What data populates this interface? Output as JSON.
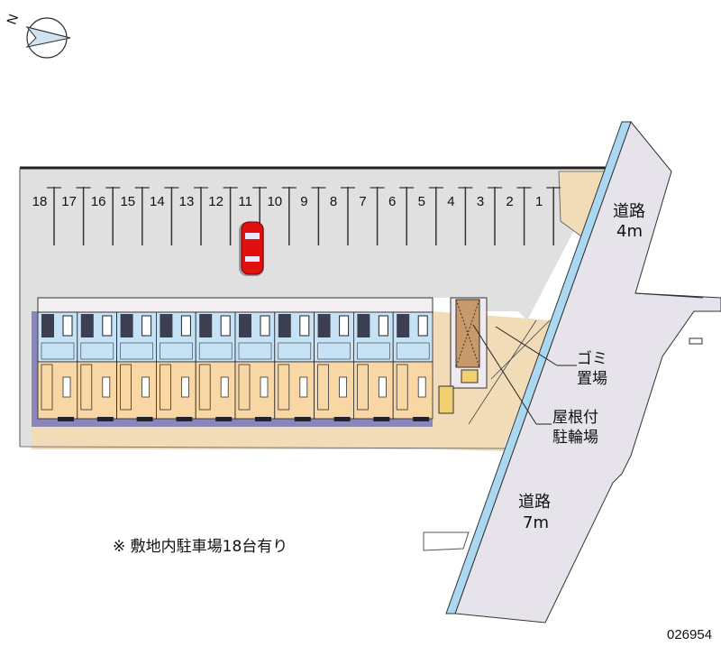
{
  "map": {
    "parking_numbers": [
      "18",
      "17",
      "16",
      "15",
      "14",
      "13",
      "12",
      "11",
      "10",
      "9",
      "8",
      "7",
      "6",
      "5",
      "4",
      "3",
      "2",
      "1"
    ],
    "labels": {
      "road_4m_line1": "道路",
      "road_4m_line2": "4m",
      "road_7m_line1": "道路",
      "road_7m_line2": "7m",
      "garbage_line1": "ゴミ",
      "garbage_line2": "置場",
      "bike_line1": "屋根付",
      "bike_line2": "駐輪場"
    },
    "note": "※ 敷地内駐車場18台有り",
    "property_code": "026954",
    "compass_letter": "N",
    "colors": {
      "parking": "#e0e0e0",
      "road": "#e6e3ea",
      "beige": "#f2dcb8",
      "unit_blue": "#c6e2f6",
      "unit_peach": "#f8d7a4",
      "building_border": "#8a86b8",
      "sidewalk": "#a9d8f0",
      "car": "#e01010"
    }
  }
}
